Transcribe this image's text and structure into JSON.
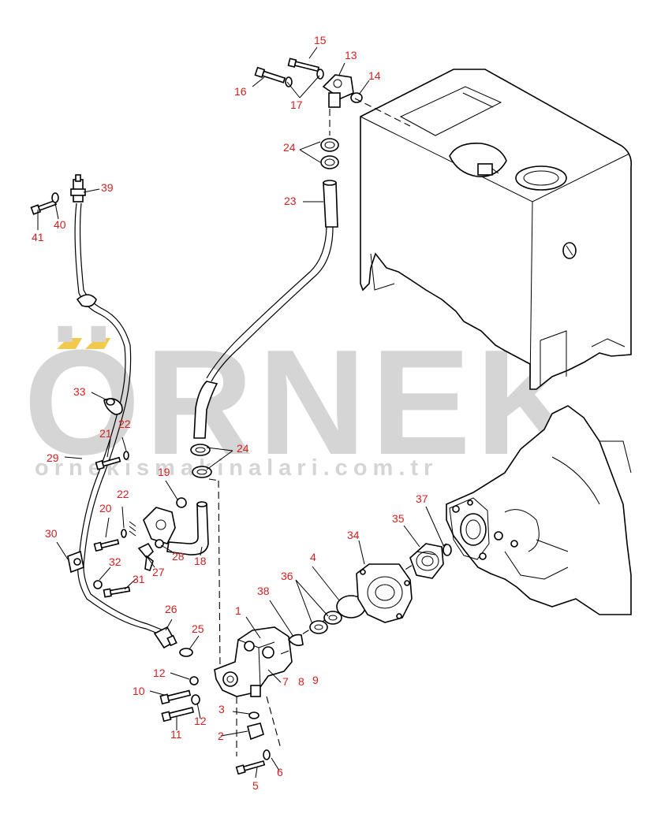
{
  "watermark": {
    "brand": "ÖRNEK",
    "site": "ornekismakinalari.com.tr",
    "accent_color": "#f2c94c"
  },
  "labels": [
    {
      "id": "1",
      "text": "1"
    },
    {
      "id": "2",
      "text": "2"
    },
    {
      "id": "3",
      "text": "3"
    },
    {
      "id": "4",
      "text": "4"
    },
    {
      "id": "5",
      "text": "5"
    },
    {
      "id": "6",
      "text": "6"
    },
    {
      "id": "7",
      "text": "7"
    },
    {
      "id": "8",
      "text": "8"
    },
    {
      "id": "9",
      "text": "9"
    },
    {
      "id": "10",
      "text": "10"
    },
    {
      "id": "11",
      "text": "11"
    },
    {
      "id": "12a",
      "text": "12"
    },
    {
      "id": "12b",
      "text": "12"
    },
    {
      "id": "13",
      "text": "13"
    },
    {
      "id": "14",
      "text": "14"
    },
    {
      "id": "15",
      "text": "15"
    },
    {
      "id": "16",
      "text": "16"
    },
    {
      "id": "17",
      "text": "17"
    },
    {
      "id": "18",
      "text": "18"
    },
    {
      "id": "19",
      "text": "19"
    },
    {
      "id": "20",
      "text": "20"
    },
    {
      "id": "21",
      "text": "21"
    },
    {
      "id": "22a",
      "text": "22"
    },
    {
      "id": "22b",
      "text": "22"
    },
    {
      "id": "23",
      "text": "23"
    },
    {
      "id": "24a",
      "text": "24"
    },
    {
      "id": "24b",
      "text": "24"
    },
    {
      "id": "25",
      "text": "25"
    },
    {
      "id": "26",
      "text": "26"
    },
    {
      "id": "27",
      "text": "27"
    },
    {
      "id": "28",
      "text": "28"
    },
    {
      "id": "29",
      "text": "29"
    },
    {
      "id": "30",
      "text": "30"
    },
    {
      "id": "31",
      "text": "31"
    },
    {
      "id": "32",
      "text": "32"
    },
    {
      "id": "33",
      "text": "33"
    },
    {
      "id": "34",
      "text": "34"
    },
    {
      "id": "35",
      "text": "35"
    },
    {
      "id": "36",
      "text": "36"
    },
    {
      "id": "37",
      "text": "37"
    },
    {
      "id": "38",
      "text": "38"
    },
    {
      "id": "39",
      "text": "39"
    },
    {
      "id": "40",
      "text": "40"
    },
    {
      "id": "41",
      "text": "41"
    }
  ]
}
